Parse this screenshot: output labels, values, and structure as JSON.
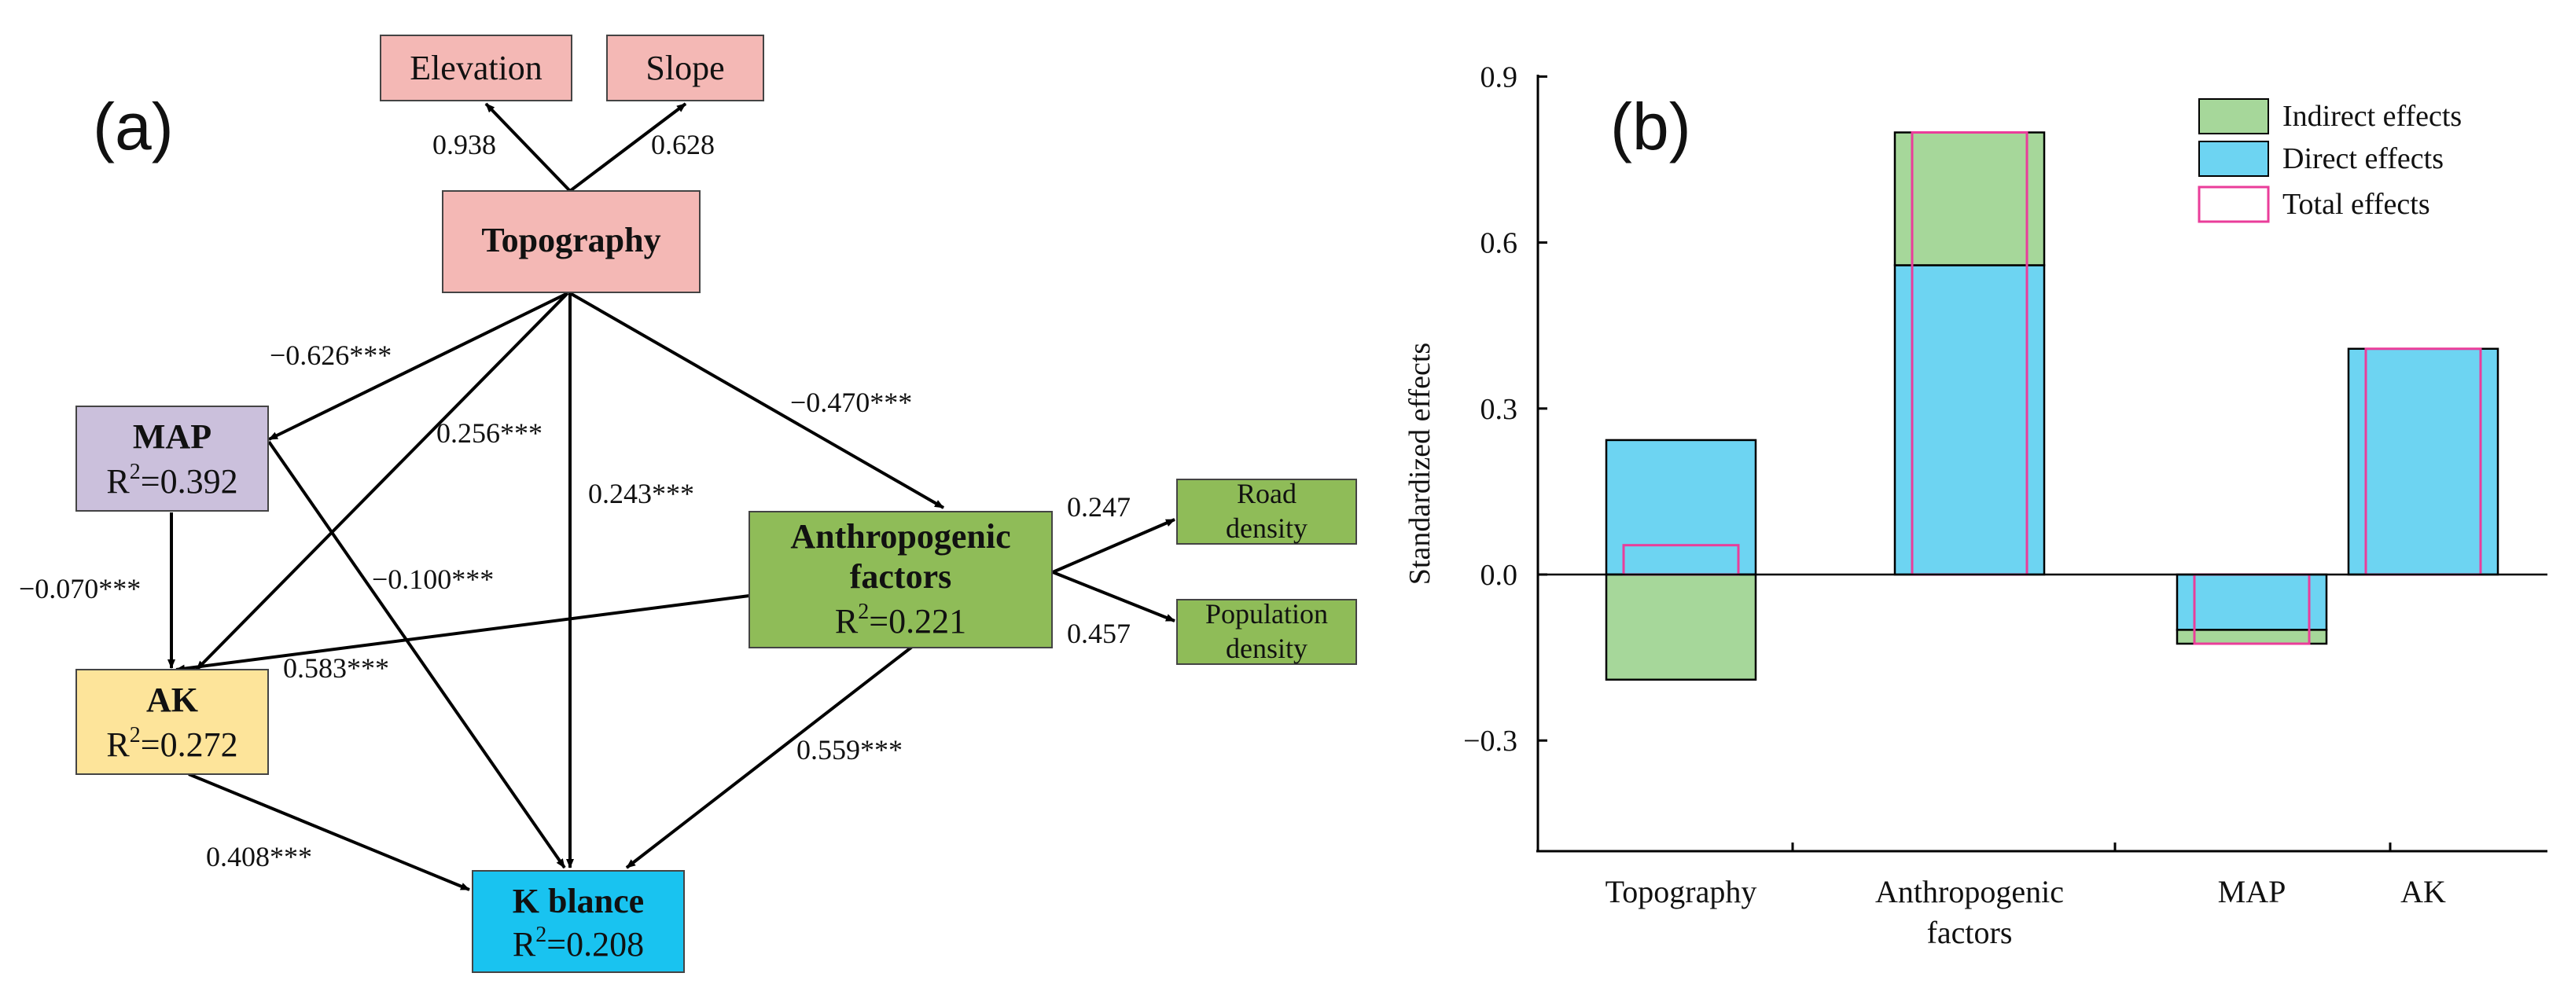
{
  "panel_a": {
    "label": "(a)",
    "nodes": {
      "elevation": {
        "label": "Elevation",
        "color": "#f4b8b5"
      },
      "slope": {
        "label": "Slope",
        "color": "#f4b8b5"
      },
      "topography": {
        "label": "Topography",
        "color": "#f4b8b5"
      },
      "map": {
        "label": "MAP",
        "r2": "=0.392",
        "color": "#cbc0dc"
      },
      "ak": {
        "label": "AK",
        "r2": "=0.272",
        "color": "#fde49a"
      },
      "anthropogenic": {
        "label_line1": "Anthropogenic",
        "label_line2": "factors",
        "r2": "=0.221",
        "color": "#8fbc58"
      },
      "road_density": {
        "label_line1": "Road",
        "label_line2": "density",
        "color": "#8fbc58"
      },
      "population_density": {
        "label_line1": "Population",
        "label_line2": "density",
        "color": "#8fbc58"
      },
      "k_balance": {
        "label": "K blance",
        "r2": "=0.208",
        "color": "#19c3f0"
      }
    },
    "r2_prefix": "R",
    "r2_sup": "2",
    "paths": {
      "topo_elevation": "0.938",
      "topo_slope": "0.628",
      "topo_map": "−0.626***",
      "topo_ak": "0.256***",
      "topo_kbal": "0.243***",
      "topo_anthro": "−0.470***",
      "map_ak": "−0.070***",
      "map_kbal": "−0.100***",
      "anthro_ak": "0.583***",
      "anthro_road": "0.247",
      "anthro_pop": "0.457",
      "anthro_kbal": "0.559***",
      "ak_kbal": "0.408***"
    }
  },
  "panel_b": {
    "label": "(b)"
  },
  "chart_data": {
    "type": "bar",
    "ylabel": "Standardized effects",
    "xlabel": "",
    "ylim": [
      -0.5,
      0.9
    ],
    "yticks": [
      "0.9",
      "0.6",
      "0.3",
      "0.0",
      "−0.3"
    ],
    "ytick_values": [
      0.9,
      0.6,
      0.3,
      0.0,
      -0.3
    ],
    "categories": [
      "Topography",
      "Anthropogenic factors",
      "MAP",
      "AK"
    ],
    "category_lines": [
      [
        "Topography"
      ],
      [
        "Anthropogenic",
        "factors"
      ],
      [
        "MAP"
      ],
      [
        "AK"
      ]
    ],
    "series": [
      {
        "name": "Indirect effects",
        "values": [
          -0.19,
          0.24,
          -0.025,
          0.0
        ],
        "color": "#a6d79a"
      },
      {
        "name": "Direct effects",
        "values": [
          0.243,
          0.559,
          -0.1,
          0.408
        ],
        "color": "#6dd4f2"
      },
      {
        "name": "Total effects",
        "values": [
          0.053,
          0.799,
          -0.125,
          0.408
        ],
        "color": "#ea3d9a"
      }
    ],
    "legend_position": "top-right",
    "grid": false
  }
}
